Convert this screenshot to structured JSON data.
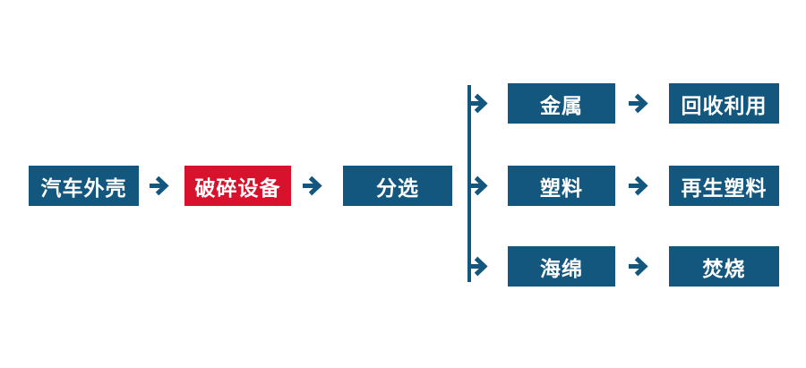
{
  "diagram": {
    "type": "flowchart",
    "language": "zh-CN",
    "colors": {
      "box_blue": "#14577E",
      "box_red": "#D8122D",
      "connector": "#14577E",
      "box_text": "#FFFFFF",
      "page_bg": "#FFFFFF"
    },
    "main_flow": {
      "nodes": [
        {
          "label": "汽车外壳",
          "variant": "blue"
        },
        {
          "label": "破碎设备",
          "variant": "red"
        },
        {
          "label": "分选",
          "variant": "blue"
        }
      ]
    },
    "branches": [
      {
        "material": {
          "label": "金属"
        },
        "outcome": {
          "label": "回收利用"
        }
      },
      {
        "material": {
          "label": "塑料"
        },
        "outcome": {
          "label": "再生塑料"
        }
      },
      {
        "material": {
          "label": "海绵"
        },
        "outcome": {
          "label": "焚烧"
        }
      }
    ],
    "icons": {
      "arrow_right": "→"
    }
  }
}
